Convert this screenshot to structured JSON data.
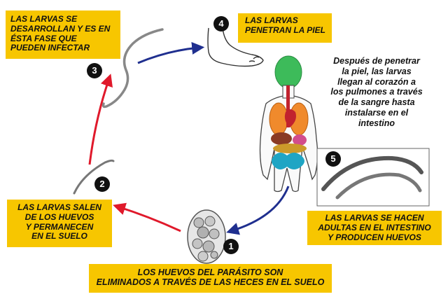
{
  "steps": [
    {
      "number": "1",
      "lines": [
        "LOS HUEVOS DEL PARÁSITO SON",
        "ELIMINADOS A TRAVÉS DE LAS HECES EN EL SUELO"
      ]
    },
    {
      "number": "2",
      "lines": [
        "LAS LARVAS SALEN",
        "DE LOS HUEVOS",
        "Y PERMANECEN",
        "EN EL SUELO"
      ]
    },
    {
      "number": "3",
      "lines": [
        "LAS LARVAS SE",
        "DESARROLLAN Y ES EN",
        "ÉSTA FASE QUE",
        "PUEDEN INFECTAR"
      ]
    },
    {
      "number": "4",
      "lines": [
        "LAS LARVAS",
        "PENETRAN LA PIEL"
      ]
    },
    {
      "number": "5",
      "lines": [
        "LAS LARVAS SE HACEN",
        "ADULTAS EN EL INTESTINO",
        "Y PRODUCEN HUEVOS"
      ]
    }
  ],
  "description_lines": [
    "Después de penetrar",
    "la piel, las larvas",
    "llegan al corazón a",
    "los pulmones a través",
    "de la sangre hasta",
    "instalarse en el",
    "intestino"
  ],
  "colors": {
    "label_bg": "#f7c600",
    "arrow_red": "#e0192b",
    "arrow_blue": "#1f2f8f",
    "badge": "#111111"
  }
}
